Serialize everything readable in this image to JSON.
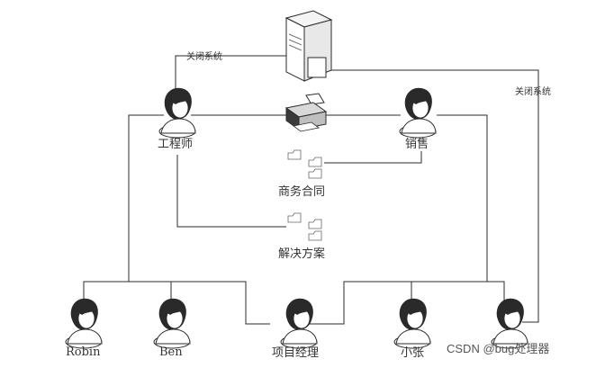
{
  "diagram": {
    "labels": {
      "shutdown_left": "关闭系统",
      "shutdown_right": "关闭系统",
      "engineer": "工程师",
      "sales": "销售",
      "business_contract": "商务合同",
      "solution": "解决方案",
      "robin": "Robin",
      "ben": "Ben",
      "project_manager": "项目经理",
      "xiaozhang": "小张"
    },
    "icons": {
      "server": "server-icon",
      "printer": "printer-icon",
      "folders": "folder-icon",
      "person": "person-icon"
    },
    "colors": {
      "line": "#2b2b2b",
      "text": "#333333"
    }
  },
  "watermark": {
    "text": "CSDN @bug处理器"
  }
}
